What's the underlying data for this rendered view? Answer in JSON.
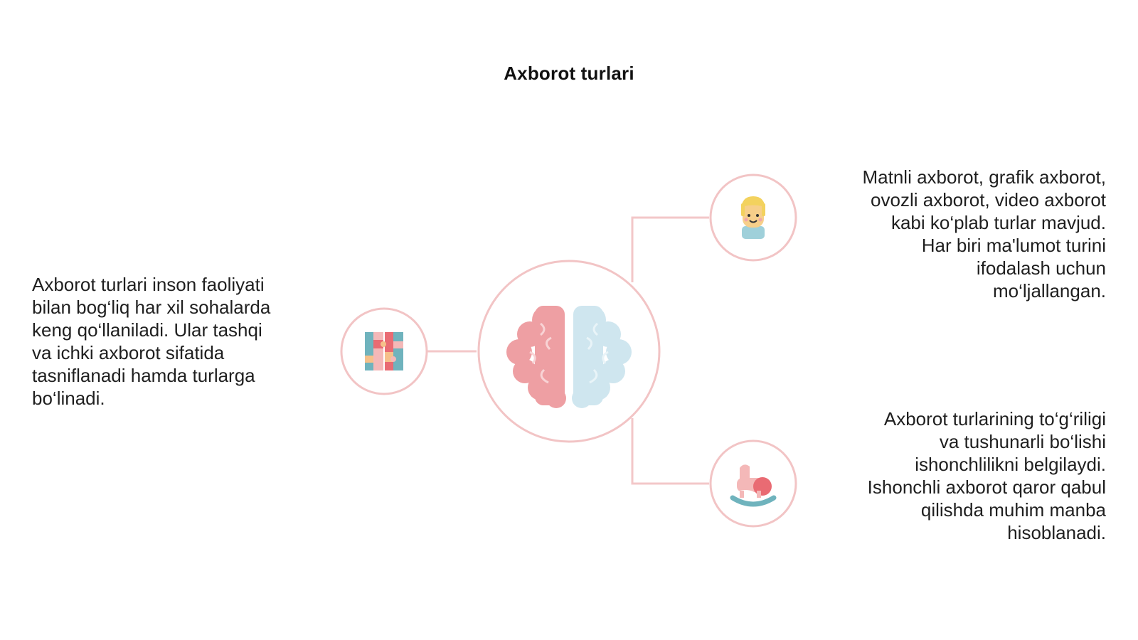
{
  "title": "Axborot turlari",
  "colors": {
    "accent_line": "#f3c7c8",
    "circle_stroke": "#f2c4c5",
    "brain_pink": "#ee9fa3",
    "brain_blue": "#cfe6ef"
  },
  "nodes": {
    "center": {
      "icon": "brain-icon"
    },
    "left": {
      "icon": "puzzle-pattern-icon"
    },
    "top_right": {
      "icon": "child-face-icon"
    },
    "bottom_right": {
      "icon": "rocking-horse-icon"
    }
  },
  "texts": {
    "left": [
      "Axborot turlari inson faoliyati",
      "bilan bog‘liq har xil sohalarda",
      "keng qo‘llaniladi. Ular tashqi",
      "va ichki axborot sifatida",
      "tasniflanadi hamda turlarga",
      "bo‘linadi."
    ],
    "top_right": [
      "Matnli axborot, grafik axborot,",
      "ovozli axborot, video axborot",
      "kabi ko‘plab turlar mavjud.",
      "Har biri ma'lumot turini",
      "ifodalash uchun",
      "mo‘ljallangan."
    ],
    "bottom_right": [
      "Axborot turlarining to‘g‘riligi",
      "va tushunarli bo‘lishi",
      "ishonchlilikni belgilaydi.",
      "Ishonchli axborot qaror qabul",
      "qilishda muhim manba",
      "hisoblanadi."
    ]
  }
}
